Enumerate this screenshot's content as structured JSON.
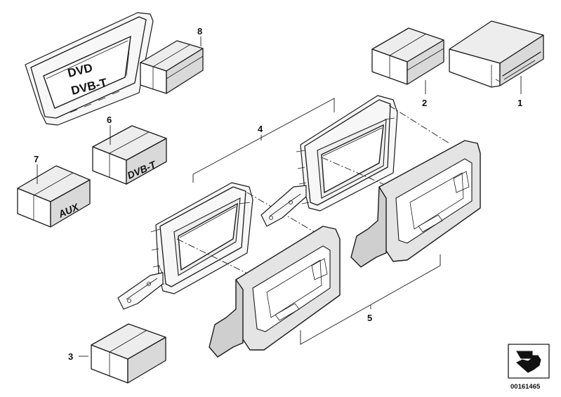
{
  "callouts": {
    "c1": "1",
    "c2": "2",
    "c3": "3",
    "c4": "4",
    "c5": "5",
    "c6": "6",
    "c7": "7",
    "c8": "8"
  },
  "box_labels": {
    "dvbt": "DVB-T",
    "aux": "AUX"
  },
  "display_labels": {
    "line1": "DVD",
    "line2": "DVB-T"
  },
  "reference_number": "00161465"
}
